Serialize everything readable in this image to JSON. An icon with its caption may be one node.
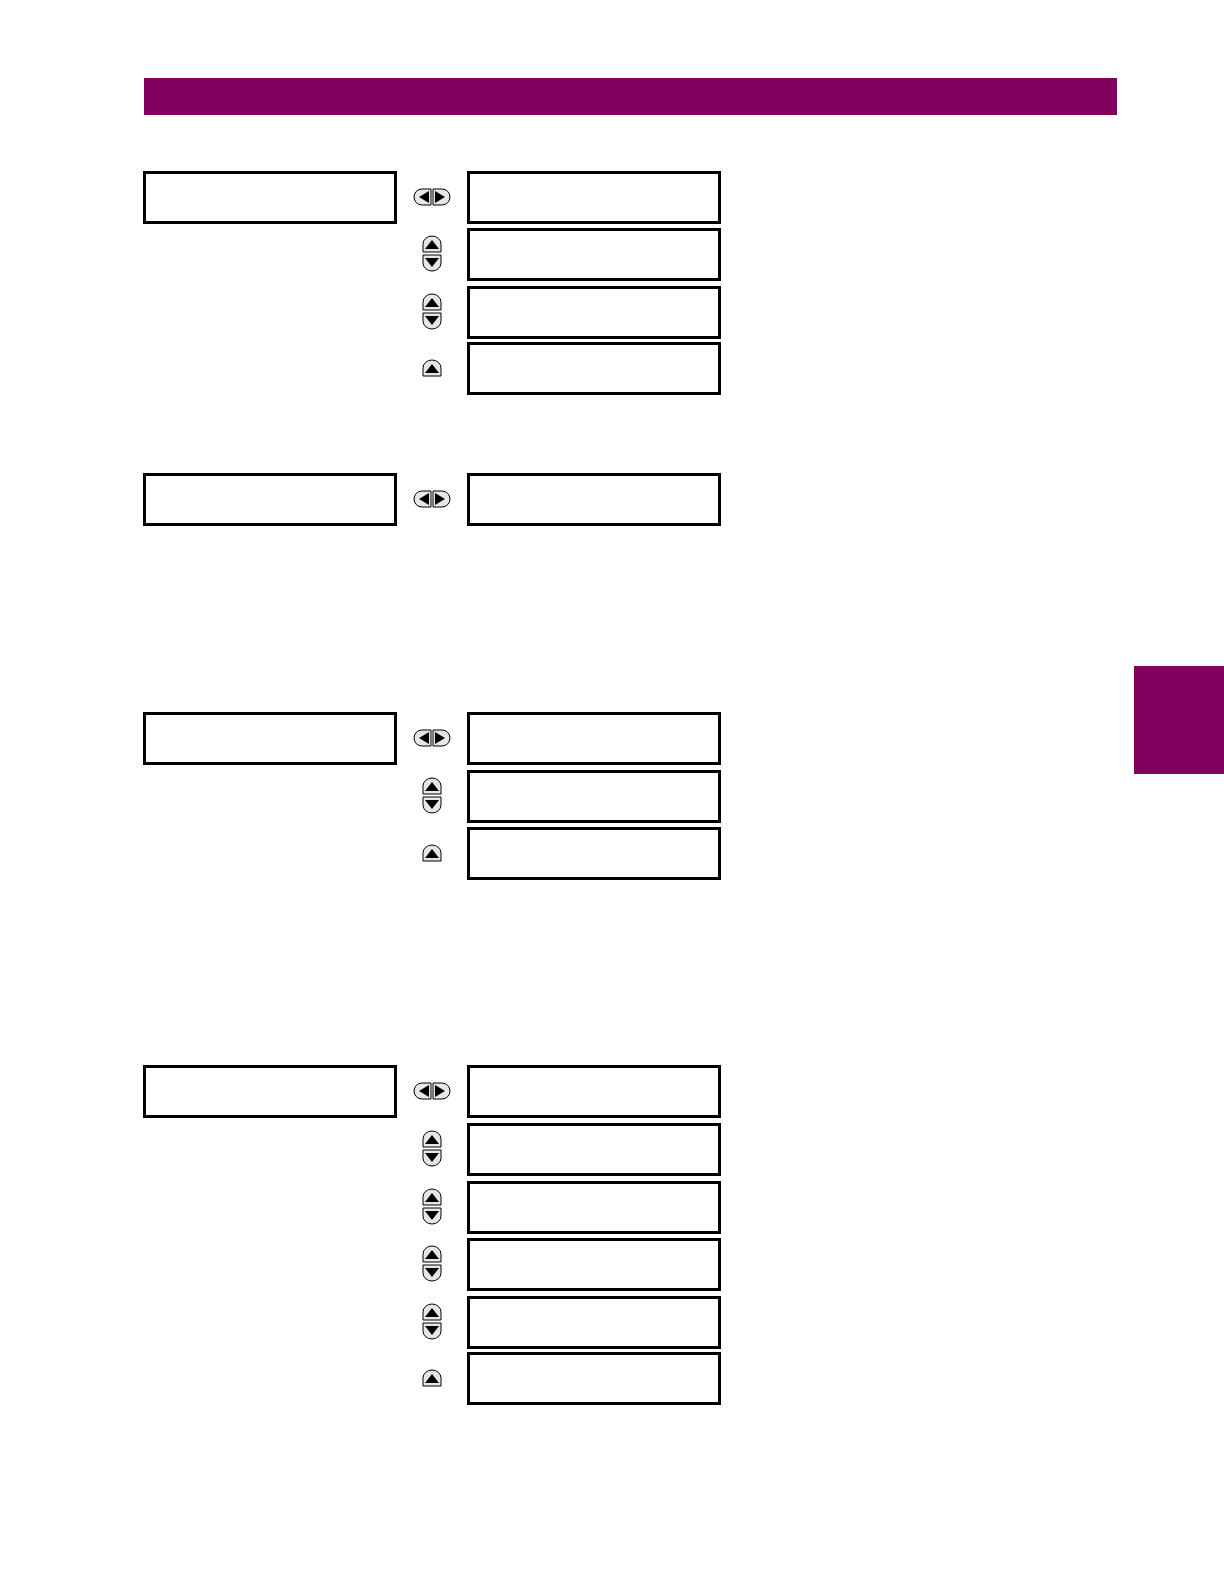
{
  "diagram": {
    "nodes": [
      {
        "text": [],
        "shape": "bar"
      },
      {
        "text": [],
        "shape": "box"
      },
      {
        "text": [],
        "shape": "box"
      },
      {
        "text": [],
        "shape": "box"
      },
      {
        "text": [],
        "shape": "box"
      },
      {
        "text": [],
        "shape": "box"
      },
      {
        "text": [],
        "shape": "box"
      },
      {
        "text": [],
        "shape": "box"
      },
      {
        "text": [],
        "shape": "box"
      },
      {
        "text": [],
        "shape": "box"
      },
      {
        "text": [],
        "shape": "box"
      },
      {
        "text": [],
        "shape": "box"
      },
      {
        "text": [],
        "shape": "box"
      },
      {
        "text": [],
        "shape": "box"
      },
      {
        "text": [],
        "shape": "box"
      },
      {
        "text": [],
        "shape": "box"
      },
      {
        "text": [],
        "shape": "box"
      },
      {
        "text": [],
        "shape": "box"
      },
      {
        "text": [],
        "shape": "box"
      },
      {
        "text": [],
        "shape": "bar"
      }
    ]
  }
}
